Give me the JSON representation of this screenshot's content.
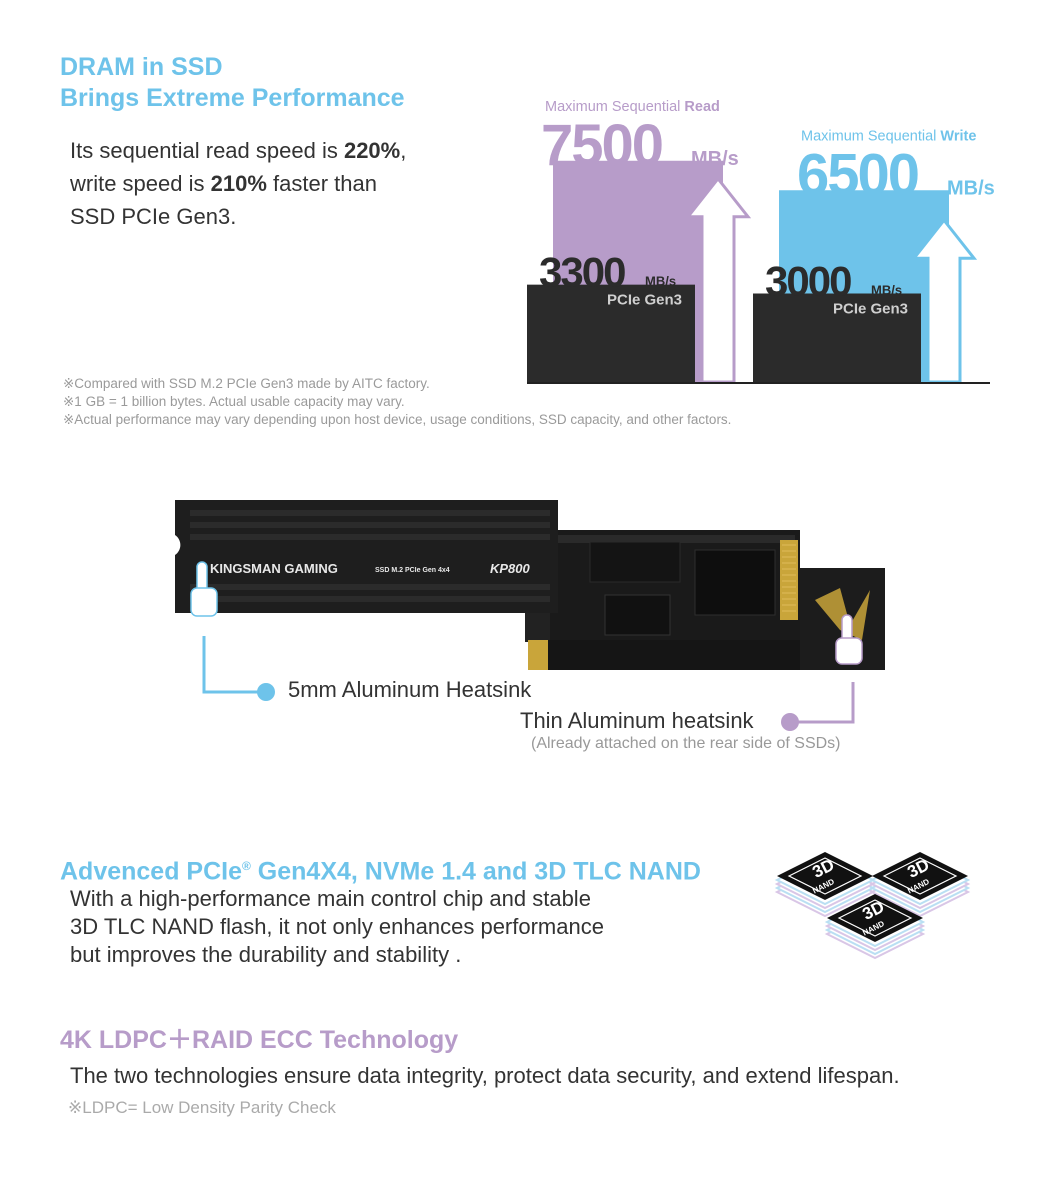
{
  "section1": {
    "title_line1": "DRAM in SSD",
    "title_line2": "Brings Extreme Performance",
    "desc_line1_pre": "Its sequential read speed is ",
    "desc_line1_bold": "220%",
    "desc_line1_post": ",",
    "desc_line2_pre": "write speed is ",
    "desc_line2_bold": "210%",
    "desc_line2_post": " faster than",
    "desc_line3": "SSD PCIe Gen3."
  },
  "chart_data": {
    "type": "bar",
    "series": [
      {
        "name": "Maximum Sequential Read",
        "label_prefix": "Maximum Sequential ",
        "label_bold": "Read",
        "value": 7500,
        "unit": "MB/s",
        "color": "#b79cc9",
        "baseline_value": 3300,
        "baseline_label": "PCIe Gen3"
      },
      {
        "name": "Maximum Sequential Write",
        "label_prefix": "Maximum Sequential ",
        "label_bold": "Write",
        "value": 6500,
        "unit": "MB/s",
        "color": "#6ec3ea",
        "baseline_value": 3000,
        "baseline_label": "PCIe Gen3"
      }
    ],
    "baseline_color": "#2b2b2b"
  },
  "notes": [
    "※Compared with SSD M.2 PCIe Gen3 made by AITC factory.",
    "※1 GB = 1 billion bytes. Actual usable capacity may vary.",
    "※Actual performance may vary depending upon host device, usage conditions, SSD capacity, and other factors."
  ],
  "product": {
    "brand": "KINGSMAN GAMING",
    "model_desc": "SSD M.2 PCIe Gen 4x4",
    "model": "KP800",
    "callout1": "5mm Aluminum Heatsink",
    "callout2": "Thin Aluminum heatsink",
    "callout2_sub": "(Already attached on the rear side of SSDs)",
    "callout1_color": "#6ec3ea",
    "callout2_color": "#b79cc9"
  },
  "section2": {
    "title_pre": "Advenced PCIe",
    "title_sup": "®",
    "title_post": " Gen4X4, NVMe 1.4 and 3D TLC NAND",
    "lines": [
      "With a high-performance main control chip and stable",
      "3D TLC NAND flash, it not only enhances performance",
      "but improves the durability and stability ."
    ],
    "nand_label_top": "3D",
    "nand_label_bottom": "NAND"
  },
  "section3": {
    "title": "4K LDPC＋RAID ECC Technology",
    "desc": "The two technologies ensure data integrity, protect data security, and extend lifespan.",
    "note": "※LDPC= Low Density Parity Check"
  }
}
